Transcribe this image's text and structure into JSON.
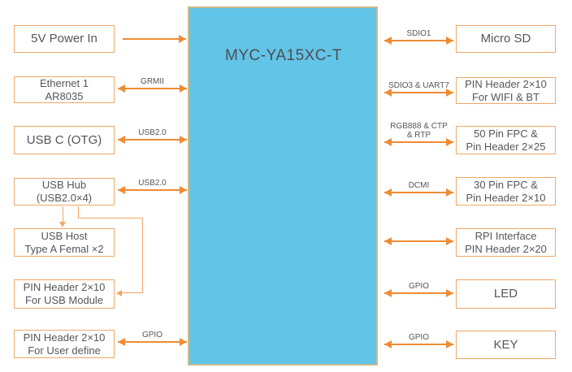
{
  "diagram": {
    "title": "MYC-YA15XC-T",
    "colors": {
      "module_fill": "#62C4E6",
      "module_border": "#C9BC8C",
      "box_border": "#F0A767",
      "arrow": "#EF8B35",
      "tree": "#F0A767",
      "text": "#55565A"
    },
    "left_boxes": [
      {
        "lines": [
          "5V Power In",
          ""
        ]
      },
      {
        "lines": [
          "Ethernet 1",
          "AR8035"
        ]
      },
      {
        "lines": [
          "USB C (OTG)",
          ""
        ]
      },
      {
        "lines": [
          "USB Hub",
          "(USB2.0×4)"
        ]
      },
      {
        "lines": [
          "USB Host",
          "Type A Femal ×2"
        ]
      },
      {
        "lines": [
          "PIN Header 2×10",
          "For USB Module"
        ]
      },
      {
        "lines": [
          "PIN Header 2×10",
          "For User define"
        ]
      }
    ],
    "right_boxes": [
      {
        "lines": [
          "Micro SD",
          ""
        ]
      },
      {
        "lines": [
          "PIN Header 2×10",
          "For WIFI & BT"
        ]
      },
      {
        "lines": [
          "50 Pin FPC &",
          "Pin Header 2×25"
        ]
      },
      {
        "lines": [
          "30 Pin FPC &",
          "Pin Header 2×10"
        ]
      },
      {
        "lines": [
          "RPI Interface",
          "PIN Header 2×20"
        ]
      },
      {
        "lines": [
          "LED",
          ""
        ]
      },
      {
        "lines": [
          "KEY",
          ""
        ]
      }
    ],
    "left_arrows": [
      {
        "label": "",
        "direction": "uni"
      },
      {
        "label": "GRMII",
        "direction": "both"
      },
      {
        "label": "USB2.0",
        "direction": "both"
      },
      {
        "label": "USB2.0",
        "direction": "both"
      },
      {
        "label": "GPIO",
        "direction": "both"
      }
    ],
    "right_arrows": [
      {
        "label": "SDIO1",
        "direction": "both"
      },
      {
        "label": "SDIO3 & UART7",
        "direction": "both"
      },
      {
        "label": "RGB888 & CTP\n& RTP",
        "direction": "both"
      },
      {
        "label": "DCMI",
        "direction": "both"
      },
      {
        "label": "",
        "direction": "both"
      },
      {
        "label": "GPIO",
        "direction": "both"
      },
      {
        "label": "GPIO",
        "direction": "both"
      }
    ]
  }
}
